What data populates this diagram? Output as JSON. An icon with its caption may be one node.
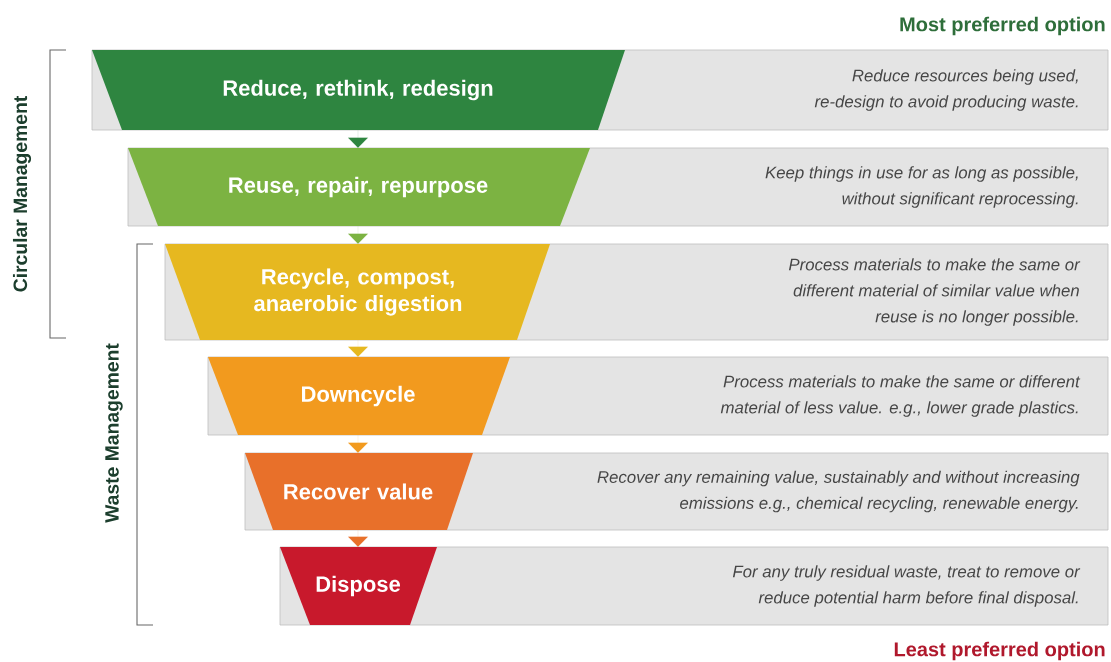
{
  "diagram": {
    "nodes": [
      {
        "text": [
          "Reduce, rethink, redesign",
          "Reduce resources being used, re-design to avoid producing waste."
        ]
      },
      {
        "text": [
          "Reuse, repair, repurpose",
          "Keep things in use for as long as possible, without significant reprocessing."
        ]
      },
      {
        "text": [
          "Recycle, compost, anaerobic digestion",
          "Process materials to make the same or different material of similar value when reuse is no longer possible."
        ]
      },
      {
        "text": [
          "Downcycle",
          "Process materials to make the same or different material of less value. e.g., lower grade plastics."
        ]
      },
      {
        "text": [
          "Recover value",
          "Recover any remaining value, sustainably and without increasing emissions e.g., chemical recycling, renewable energy."
        ]
      },
      {
        "text": [
          "Dispose",
          "For any truly residual waste, treat to remove or reduce potential harm before final disposal."
        ]
      }
    ],
    "edges": [
      {
        "from": 0,
        "to": 1,
        "arrow": "to",
        "color": "#2e8540"
      },
      {
        "from": 1,
        "to": 2,
        "arrow": "to",
        "color": "#7cb342"
      },
      {
        "from": 2,
        "to": 3,
        "arrow": "to",
        "color": "#e6b820"
      },
      {
        "from": 3,
        "to": 4,
        "arrow": "to",
        "color": "#f29a1e"
      },
      {
        "from": 4,
        "to": 5,
        "arrow": "to",
        "color": "#e8702a"
      }
    ],
    "labels": [
      "Most preferred option",
      "Circular Management",
      "Waste Management",
      "Least preferred option"
    ]
  }
}
